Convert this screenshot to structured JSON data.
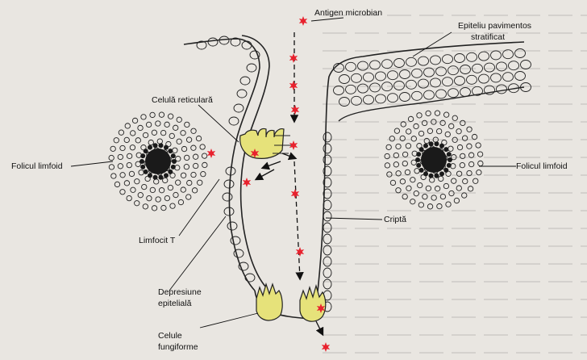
{
  "labels": {
    "antigen": "Antigen microbian",
    "epithelium_line1": "Epiteliu pavimentos",
    "epithelium_line2": "stratificat",
    "reticular_cell": "Celulă reticulară",
    "lymphoid_follicle_left": "Folicul limfoid",
    "lymphoid_follicle_right": "Folicul limfoid",
    "crypt": "Criptă",
    "t_lymphocyte": "Limfocit T",
    "depression_line1": "Depresiune",
    "depression_line2": "epitelială",
    "fungiform_line1": "Celule",
    "fungiform_line2": "fungiforme"
  },
  "colors": {
    "antigen_star": "#e8222e",
    "fungiform_cell": "#e6e27a",
    "follicle_core": "#1a1a1a",
    "background": "#e9e6e1"
  }
}
